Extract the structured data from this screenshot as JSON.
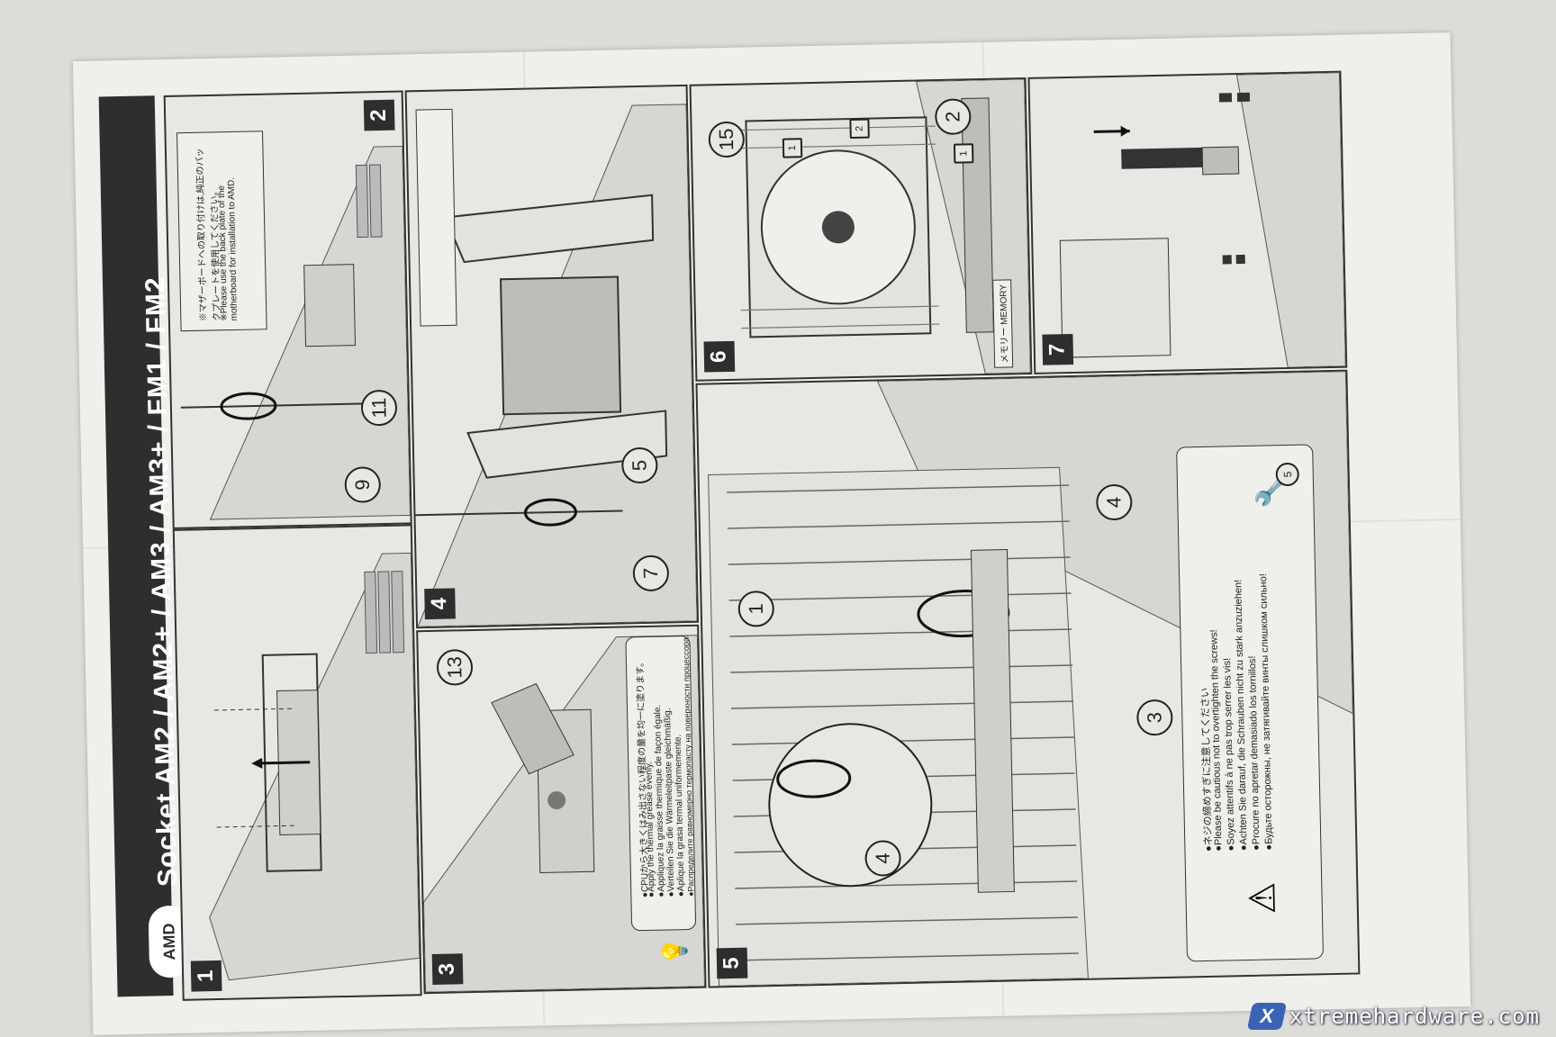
{
  "brand": "AMD",
  "socket_title": "Socket AM2 / AM2+ / AM3 / AM3+ / FM1 / FM2",
  "steps": [
    "1",
    "2",
    "3",
    "4",
    "5",
    "6",
    "7"
  ],
  "callouts": {
    "p2_a": "11",
    "p2_b": "9",
    "p3": "13",
    "p4_a": "5",
    "p4_b": "7",
    "p5_a": "1",
    "p5_b": "4",
    "p5_c": "3",
    "p5_d": "4",
    "p5_e": "5",
    "p6_a": "15",
    "p6_b": "2",
    "p6_arrow1": "1",
    "p6_arrow2": "1",
    "p6_arrow3": "2"
  },
  "backplate_note": {
    "jp": "※マザーボードへの取り付けは,純正のバックプレートを使用してください。",
    "en": "※Please use the back plate of the motherboard for installation to AMD."
  },
  "grease_note": [
    "●CPUから大きくはみ出さない程度の量を均一に塗ります。",
    "●Apply the thermal grease evenly.",
    "●Appliquez la graisse thermique de façon égale.",
    "●Verteilen Sie die Wärmeleitpaste gleichmäßig.",
    "●Aplique la grasa termal uniformemente.",
    "●Распределите равномерно термопасту на поверхности процессора."
  ],
  "screw_warning": [
    "●ネジの締めすぎに注意してください",
    "●Please be cautious not to overtighten the screws!",
    "●Soyez attentifs à ne pas trop serrer les vis!",
    "●Achten Sie darauf, die Schrauben nicht zu stark anzuziehen!",
    "●Procure no apretar demasiado los tornillos!",
    "●Будьте осторожны, не затягивайте винты слишком сильно!"
  ],
  "memory_label": {
    "jp": "メモリー",
    "en": "MEMORY"
  },
  "watermark": {
    "logo": "X",
    "text": "xtremehardware.com"
  }
}
